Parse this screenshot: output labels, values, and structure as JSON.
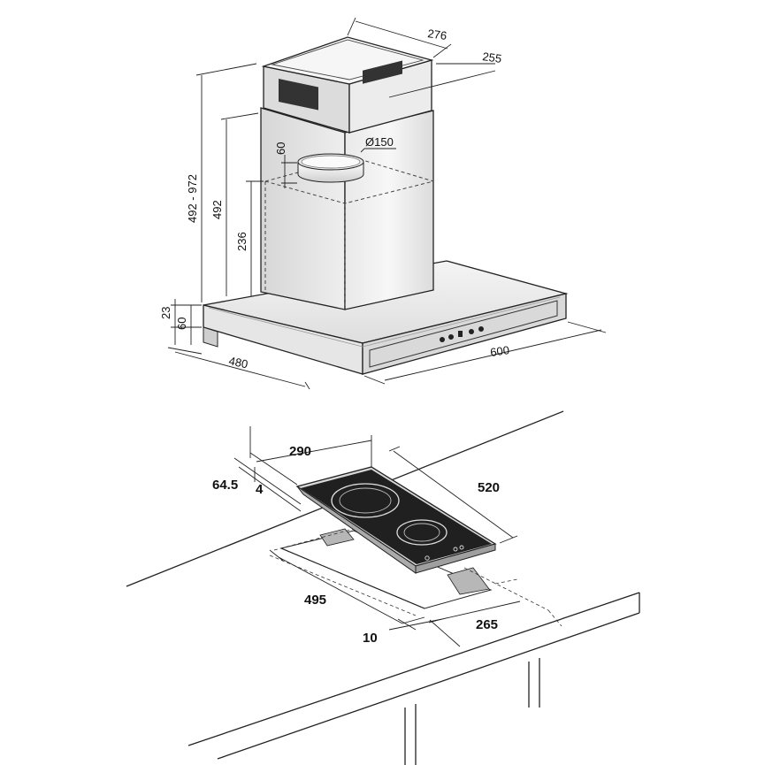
{
  "hood_dimensions": {
    "chimney_top_depth": "276",
    "chimney_top_width": "255",
    "duct_diameter": "Ø150",
    "duct_offset": "60",
    "total_height_range": "492 - 972",
    "chimney_height": "492",
    "lower_chimney_height": "236",
    "canopy_height": "23",
    "canopy_front_height": "60",
    "canopy_depth": "480",
    "canopy_width": "600"
  },
  "hob_dimensions": {
    "hob_width": "290",
    "hob_depth": "520",
    "glass_height": "64.5",
    "edge_thickness": "4",
    "cutout_depth": "495",
    "cutout_width": "265",
    "edge_distance": "10"
  }
}
